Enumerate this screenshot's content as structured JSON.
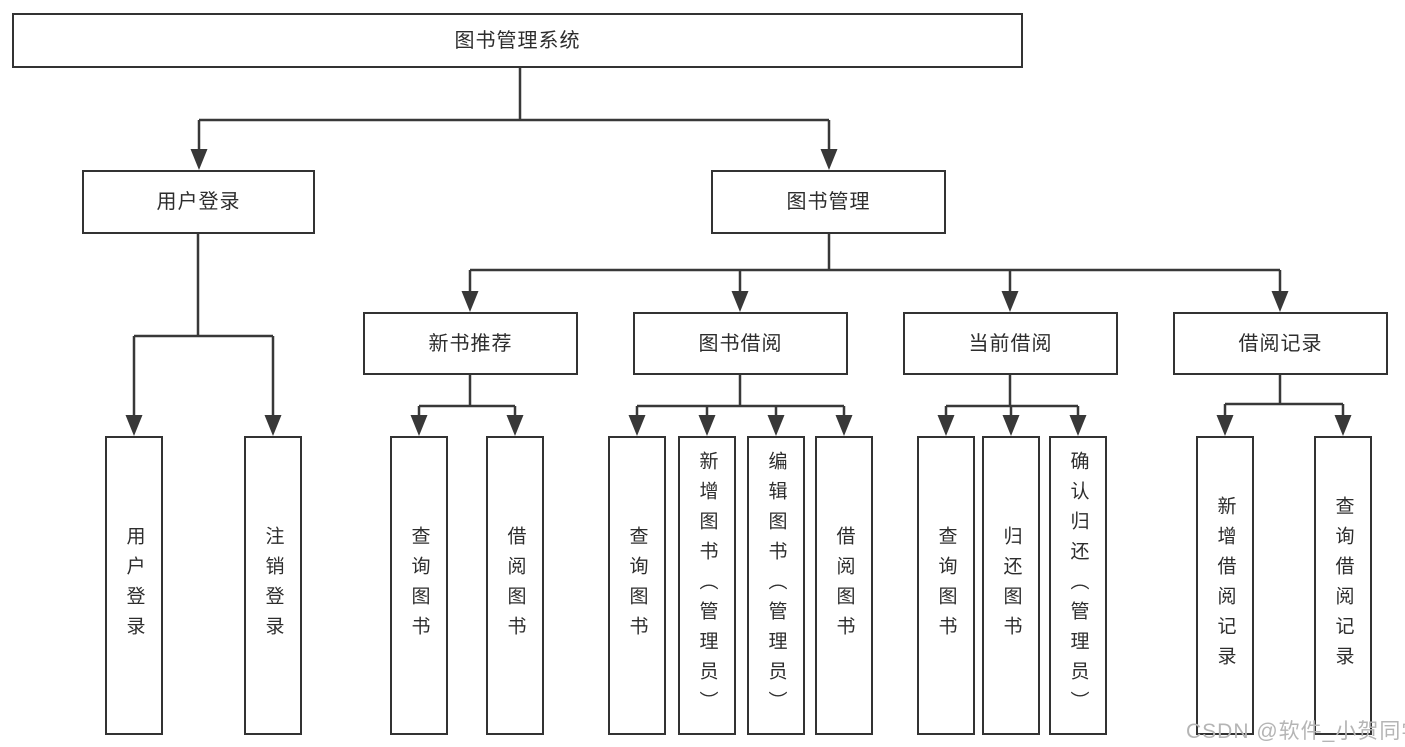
{
  "title": "图书管理系统",
  "nodes": {
    "root": "图书管理系统",
    "user_login": "用户登录",
    "book_mgmt": "图书管理",
    "new_book_rec": "新书推荐",
    "book_borrow": "图书借阅",
    "current_borrow": "当前借阅",
    "borrow_records": "借阅记录",
    "leaf_user_login": "用户登录",
    "leaf_logout": "注销登录",
    "leaf_nbr_query_books": "查询图书",
    "leaf_nbr_borrow_books": "借阅图书",
    "leaf_bb_query_books": "查询图书",
    "leaf_bb_add_books": "新增图书（管理员）",
    "leaf_bb_edit_books": "编辑图书（管理员）",
    "leaf_bb_borrow_books": "借阅图书",
    "leaf_cb_query_books": "查询图书",
    "leaf_cb_return_books": "归还图书",
    "leaf_cb_confirm_return": "确认归还（管理员）",
    "leaf_br_add_record": "新增借阅记录",
    "leaf_br_query_record": "查询借阅记录"
  },
  "hierarchy": {
    "图书管理系统": {
      "用户登录": [
        "用户登录",
        "注销登录"
      ],
      "图书管理": {
        "新书推荐": [
          "查询图书",
          "借阅图书"
        ],
        "图书借阅": [
          "查询图书",
          "新增图书（管理员）",
          "编辑图书（管理员）",
          "借阅图书"
        ],
        "当前借阅": [
          "查询图书",
          "归还图书",
          "确认归还（管理员）"
        ],
        "借阅记录": [
          "新增借阅记录",
          "查询借阅记录"
        ]
      }
    }
  },
  "watermark": "CSDN @软件_小贺同学",
  "colors": {
    "line": "#383838",
    "box_border": "#333333",
    "text": "#2d2d2d",
    "watermark": "#b5b5b5",
    "background": "#ffffff"
  }
}
